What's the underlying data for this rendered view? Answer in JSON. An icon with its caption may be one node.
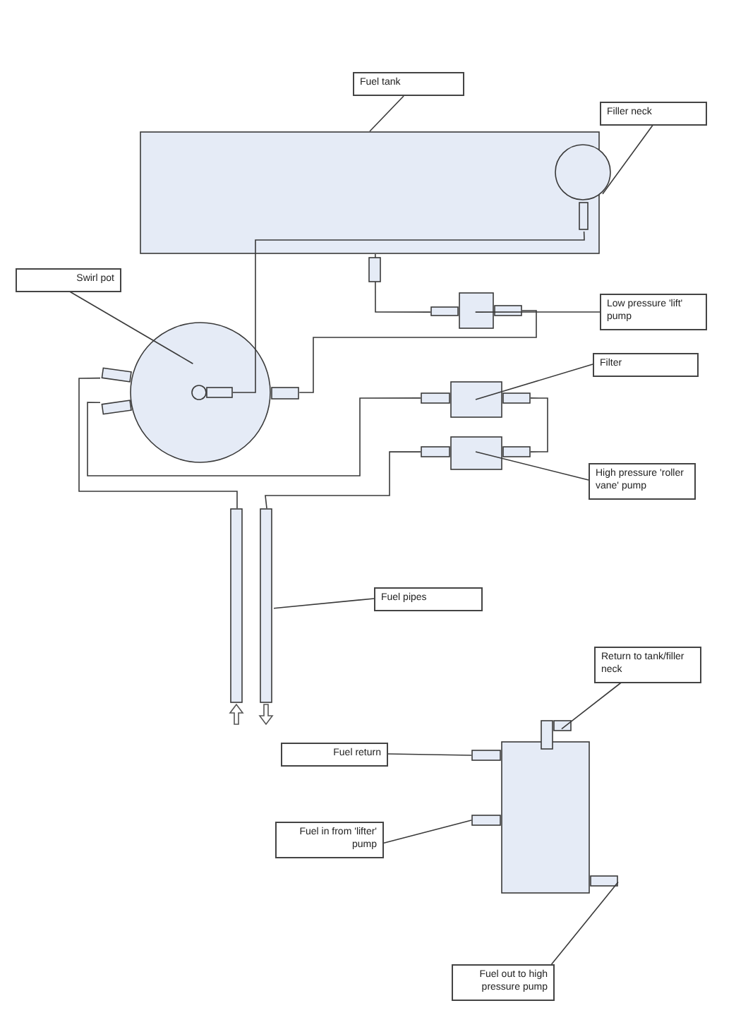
{
  "diagram": {
    "nodes": [
      {
        "text": [
          "Fuel tank"
        ]
      },
      {
        "text": [],
        "shape": "box"
      },
      {
        "text": [],
        "shape": "circle",
        "in": 1
      },
      {
        "text": [
          "Filler neck"
        ]
      },
      {
        "text": [
          "Swirl pot"
        ]
      },
      {
        "text": [],
        "shape": "circle"
      },
      {
        "text": [],
        "shape": "box"
      },
      {
        "text": [
          "Low pressure 'lift' pump"
        ]
      },
      {
        "text": [],
        "shape": "box"
      },
      {
        "text": [
          "Filter"
        ]
      },
      {
        "text": [],
        "shape": "box"
      },
      {
        "text": [
          "High pressure 'roller vane' pump"
        ]
      },
      {
        "text": [],
        "shape": "bar"
      },
      {
        "text": [],
        "shape": "bar"
      },
      {
        "text": [
          "Fuel pipes"
        ]
      },
      {
        "text": [
          "Return to tank/filler neck"
        ]
      },
      {
        "text": [
          "Fuel return"
        ]
      },
      {
        "text": [
          "Fuel in from 'lifter' pump"
        ]
      },
      {
        "text": [
          "Fuel out to high pressure pump"
        ]
      },
      {
        "text": [],
        "shape": "box"
      },
      {
        "text": [],
        "shape": "box"
      },
      {
        "text": [],
        "shape": "box"
      },
      {
        "text": [],
        "shape": "box"
      },
      {
        "text": [],
        "shape": "box"
      }
    ],
    "edges": [
      {
        "from": 0,
        "to": 1,
        "arrow": "none"
      },
      {
        "from": 3,
        "to": 2,
        "arrow": "none"
      },
      {
        "from": 4,
        "to": 5,
        "arrow": "none"
      },
      {
        "from": 7,
        "to": 6,
        "arrow": "none"
      },
      {
        "from": 9,
        "to": 8,
        "arrow": "none"
      },
      {
        "from": 11,
        "to": 10,
        "arrow": "none"
      },
      {
        "from": 14,
        "to": 13,
        "arrow": "none"
      },
      {
        "from": 15,
        "to": 20,
        "arrow": "none"
      },
      {
        "from": 16,
        "to": 21,
        "arrow": "none"
      },
      {
        "from": 17,
        "to": 22,
        "arrow": "none"
      },
      {
        "from": 18,
        "to": 23,
        "arrow": "none"
      },
      {
        "from": 2,
        "to": 5,
        "arrow": "none"
      },
      {
        "from": 1,
        "to": 6,
        "arrow": "none"
      },
      {
        "from": 6,
        "to": 5,
        "arrow": "none"
      },
      {
        "from": 5,
        "to": 8,
        "arrow": "none"
      },
      {
        "from": 8,
        "to": 10,
        "arrow": "none"
      },
      {
        "from": 5,
        "to": 12,
        "arrow": "none"
      },
      {
        "from": 10,
        "to": 13,
        "arrow": "none"
      }
    ]
  }
}
